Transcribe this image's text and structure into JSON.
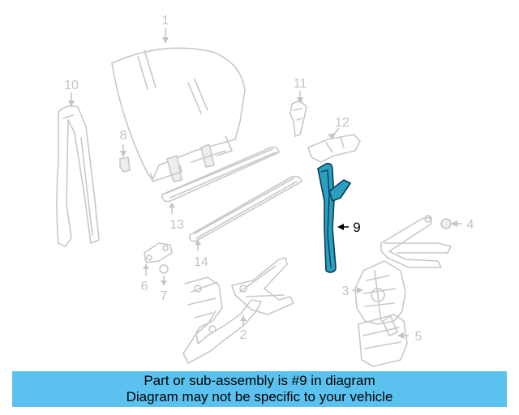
{
  "callouts": [
    {
      "id": "1",
      "label": "1"
    },
    {
      "id": "2",
      "label": "2"
    },
    {
      "id": "3",
      "label": "3"
    },
    {
      "id": "4",
      "label": "4"
    },
    {
      "id": "5",
      "label": "5"
    },
    {
      "id": "6",
      "label": "6"
    },
    {
      "id": "7",
      "label": "7"
    },
    {
      "id": "8",
      "label": "8"
    },
    {
      "id": "9",
      "label": "9"
    },
    {
      "id": "10",
      "label": "10"
    },
    {
      "id": "11",
      "label": "11"
    },
    {
      "id": "12",
      "label": "12"
    },
    {
      "id": "13",
      "label": "13"
    },
    {
      "id": "14",
      "label": "14"
    }
  ],
  "highlighted_part": "9",
  "colors": {
    "highlight_fill": "#2a9fc0",
    "banner": "#5bc2f0",
    "ghost": "#c8c8c8"
  },
  "banner": {
    "line1": "Part or sub-assembly is #9 in diagram",
    "line2": "Diagram may not be specific to your vehicle"
  }
}
